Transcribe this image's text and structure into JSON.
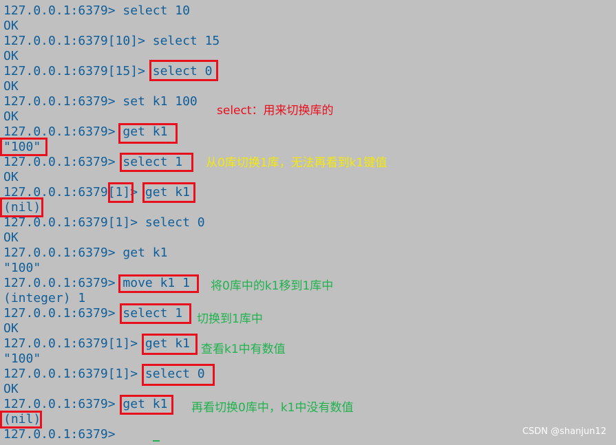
{
  "terminal": {
    "lines": [
      "127.0.0.1:6379> select 10",
      "OK",
      "127.0.0.1:6379[10]> select 15",
      "OK",
      "127.0.0.1:6379[15]> select 0",
      "OK",
      "127.0.0.1:6379> set k1 100",
      "OK",
      "127.0.0.1:6379> get k1",
      "\"100\"",
      "127.0.0.1:6379> select 1",
      "OK",
      "127.0.0.1:6379[1]> get k1",
      "(nil)",
      "127.0.0.1:6379[1]> select 0",
      "OK",
      "127.0.0.1:6379> get k1",
      "\"100\"",
      "127.0.0.1:6379> move k1 1",
      "(integer) 1",
      "127.0.0.1:6379> select 1",
      "OK",
      "127.0.0.1:6379[1]> get k1",
      "\"100\"",
      "127.0.0.1:6379[1]> select 0",
      "OK",
      "127.0.0.1:6379> get k1",
      "(nil)",
      "127.0.0.1:6379>"
    ],
    "text_color": "#0f5e9a",
    "background_color": "#c0c0c0"
  },
  "annotations": {
    "note_select": "select：用来切换库的",
    "note_switch_db": "从0库切换1库，无法再看到k1键值",
    "note_move": "将0库中的k1移到1库中",
    "note_switch_to_1": "切换到1库中",
    "note_view_k1": "查看k1中有数值",
    "note_back_to_0": "再看切换0库中，k1中没有数值",
    "highlight_color": "#e8101c"
  },
  "watermark": "CSDN @shanjun12"
}
